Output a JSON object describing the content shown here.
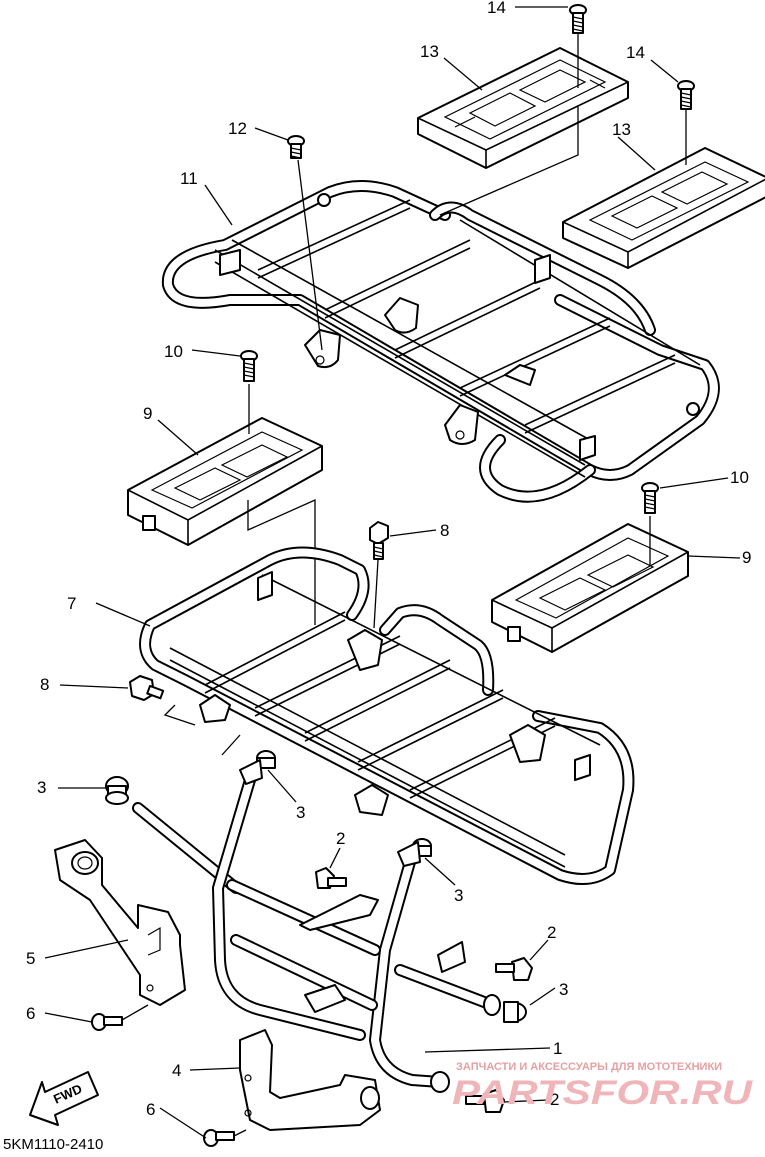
{
  "diagram": {
    "callouts": {
      "c1": "1",
      "c2a": "2",
      "c2b": "2",
      "c2c": "2",
      "c3a": "3",
      "c3b": "3",
      "c3c": "3",
      "c3d": "3",
      "c4": "4",
      "c5": "5",
      "c6a": "6",
      "c6b": "6",
      "c7": "7",
      "c8a": "8",
      "c8b": "8",
      "c9a": "9",
      "c9b": "9",
      "c10a": "10",
      "c10b": "10",
      "c11": "11",
      "c12": "12",
      "c13a": "13",
      "c13b": "13",
      "c14a": "14",
      "c14b": "14"
    },
    "direction_label": "FWD",
    "drawing_code": "5KM1110-2410"
  },
  "watermark": {
    "tagline": "ЗАПЧАСТИ И АКСЕССУАРЫ ДЛЯ МОТОТЕХНИКИ",
    "logo_text": "PARTSFOR.RU",
    "color": "#e6a0a3"
  }
}
